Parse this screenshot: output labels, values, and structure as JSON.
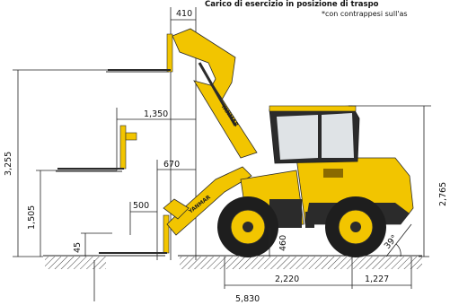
{
  "header": {
    "title": "Carico di esercizio in posizione di traspo",
    "subtitle": "*con contrappesi sull'as"
  },
  "dimensions": {
    "top_reach": "410",
    "mid_reach": "1,350",
    "carry_reach": "670",
    "low_reach": "500",
    "max_height": "3,255",
    "mid_height": "1,505",
    "dig_depth": "45",
    "ground_clearance": "460",
    "overall_height": "2,765",
    "wheelbase": "2,220",
    "rear_overhang": "1,227",
    "overall_length": "5,830",
    "departure_angle": "39°"
  },
  "branding": {
    "boom_text": "YANMAR"
  },
  "colors": {
    "machine_yellow": "#f2c500",
    "dark": "#2b2b2b",
    "tire": "#1e1e1e"
  }
}
